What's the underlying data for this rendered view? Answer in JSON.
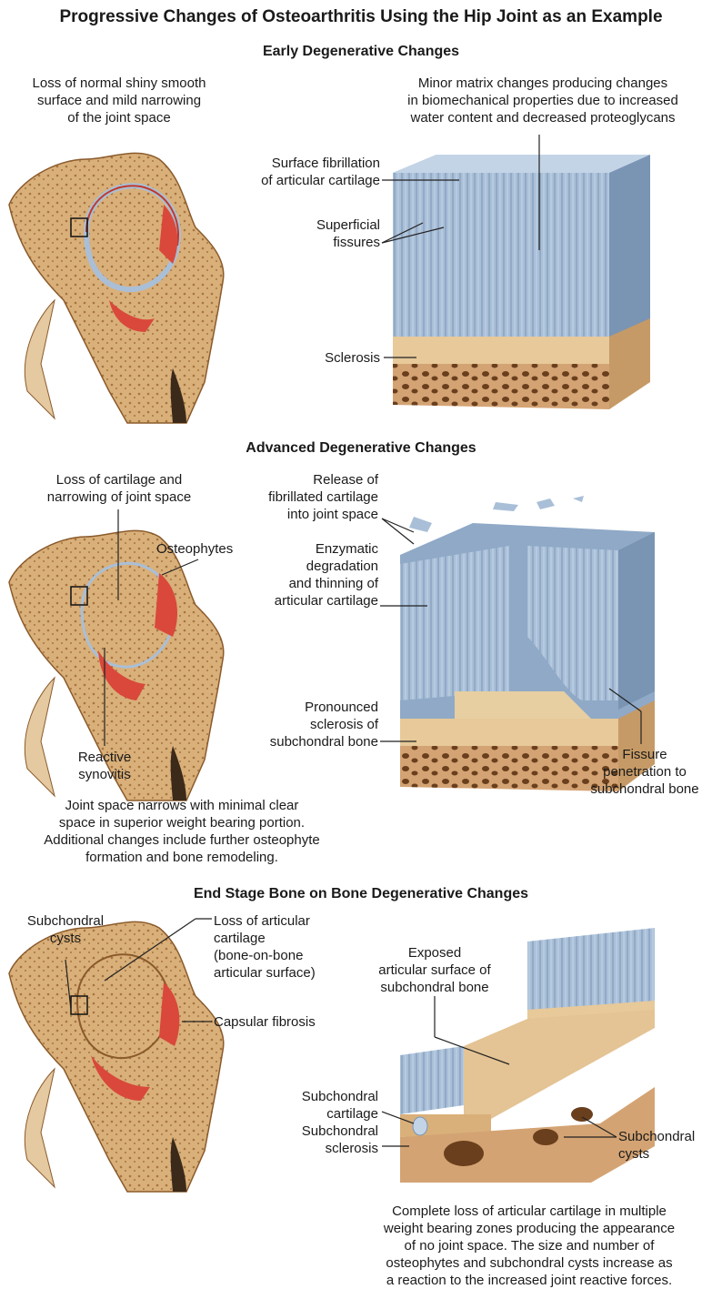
{
  "title": "Progressive Changes of Osteoarthritis Using the Hip Joint as an Example",
  "sections": {
    "early": {
      "heading": "Early Degenerative Changes",
      "caption_left": [
        "Loss of normal shiny smooth",
        "surface and mild narrowing",
        "of the joint space"
      ],
      "caption_right": [
        "Minor matrix changes producing changes",
        "in biomechanical properties due to increased",
        "water content and decreased proteoglycans"
      ],
      "labels": {
        "surface_fibrillation": [
          "Surface fibrillation",
          "of articular cartilage"
        ],
        "superficial_fissures": [
          "Superficial",
          "fissures"
        ],
        "sclerosis": [
          "Sclerosis"
        ]
      }
    },
    "advanced": {
      "heading": "Advanced Degenerative Changes",
      "caption_left": [
        "Loss of cartilage and",
        "narrowing of joint space"
      ],
      "labels": {
        "osteophytes": [
          "Osteophytes"
        ],
        "release": [
          "Release of",
          "fibrillated cartilage",
          "into joint space"
        ],
        "enzymatic": [
          "Enzymatic",
          "degradation",
          "and thinning of",
          "articular cartilage"
        ],
        "pronounced": [
          "Pronounced",
          "sclerosis of",
          "subchondral bone"
        ],
        "reactive": [
          "Reactive",
          "synovitis"
        ],
        "fissure": [
          "Fissure",
          "penetration to",
          "subchondral bone"
        ]
      },
      "caption_bottom": [
        "Joint space narrows with minimal clear",
        "space in superior weight bearing portion.",
        "Additional changes include further osteophyte",
        "formation and bone remodeling."
      ]
    },
    "end": {
      "heading": "End Stage Bone on Bone Degenerative Changes",
      "labels": {
        "subchondral_cysts_left": [
          "Subchondral",
          "cysts"
        ],
        "loss_articular": [
          "Loss of articular",
          "cartilage",
          "(bone-on-bone",
          "articular surface)"
        ],
        "capsular_fibrosis": [
          "Capsular fibrosis"
        ],
        "exposed": [
          "Exposed",
          "articular surface of",
          "subchondral bone"
        ],
        "subchondral_cartilage": [
          "Subchondral",
          "cartilage"
        ],
        "subchondral_sclerosis": [
          "Subchondral",
          "sclerosis"
        ],
        "subchondral_cysts_right": [
          "Subchondral",
          "cysts"
        ]
      },
      "caption_bottom": [
        "Complete loss of articular cartilage in multiple",
        "weight bearing zones producing the appearance",
        "of no joint space. The size and number of",
        "osteophytes and subchondral cysts increase as",
        "a reaction to the increased joint reactive forces."
      ]
    }
  },
  "colors": {
    "bone": "#d9b07a",
    "bone_dark": "#a8743f",
    "cartilage": "#a9bfd8",
    "cartilage_dark": "#7a94b4",
    "synovium": "#d9483b",
    "sclerosis": "#e7c99a"
  }
}
